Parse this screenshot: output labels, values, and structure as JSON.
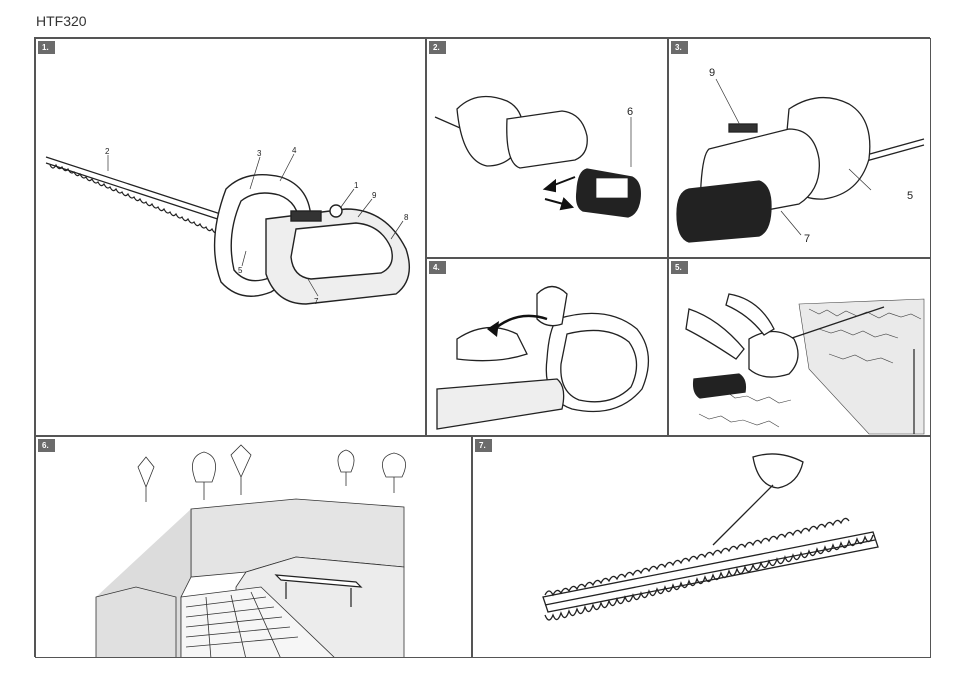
{
  "document": {
    "title": "HTF320"
  },
  "figures": [
    {
      "id": "1",
      "label": "1.",
      "callouts": [
        "1",
        "2",
        "3",
        "4",
        "5",
        "7",
        "8",
        "9"
      ]
    },
    {
      "id": "2",
      "label": "2.",
      "callouts": [
        "6"
      ]
    },
    {
      "id": "3",
      "label": "3.",
      "callouts": [
        "9",
        "5",
        "7"
      ]
    },
    {
      "id": "4",
      "label": "4.",
      "callouts": []
    },
    {
      "id": "5",
      "label": "5.",
      "callouts": []
    },
    {
      "id": "6",
      "label": "6.",
      "callouts": []
    },
    {
      "id": "7",
      "label": "7.",
      "callouts": []
    }
  ]
}
